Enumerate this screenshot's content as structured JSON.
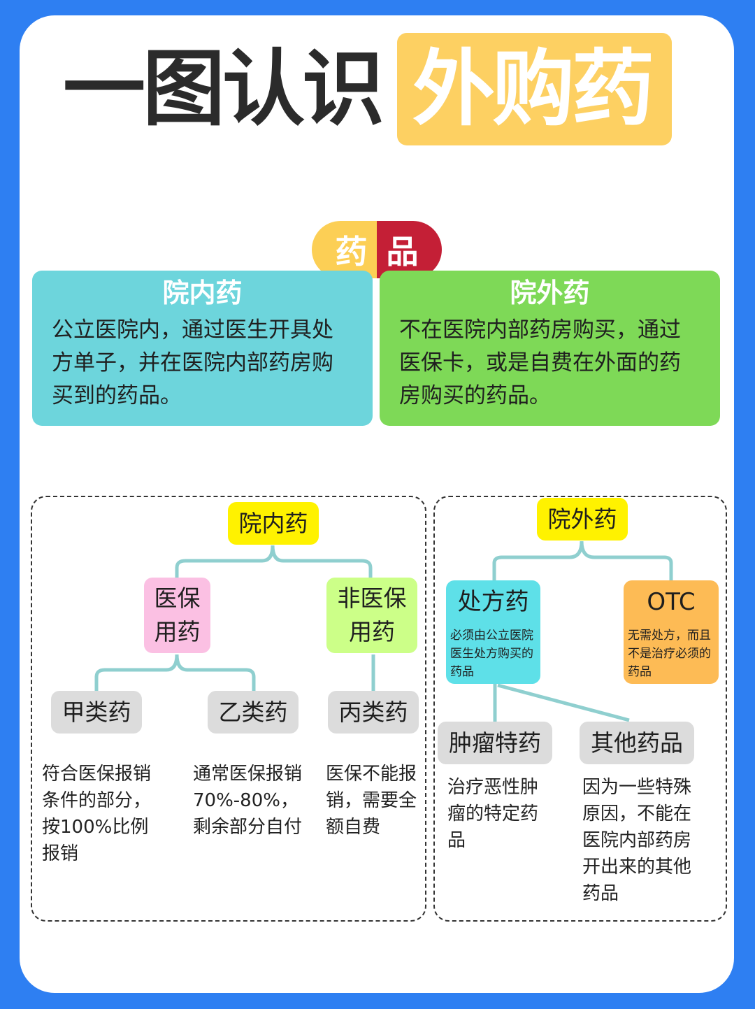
{
  "title": {
    "prefix": "一图认识",
    "highlight": "外购药"
  },
  "pill": {
    "left": "药",
    "right": "品"
  },
  "cards": [
    {
      "title": "院内药",
      "body": "公立医院内，通过医生开具处方单子，并在医院内部药房购买到的药品。"
    },
    {
      "title": "院外药",
      "body": "不在医院内部药房购买，通过医保卡，或是自费在外面的药房购买的药品。"
    }
  ],
  "left_tree": {
    "root": "院内药",
    "a": "医保用药",
    "b": "非医保用药",
    "leaf1": "甲类药",
    "leaf2": "乙类药",
    "leaf3": "丙类药",
    "desc1": "符合医保报销条件的部分，按100%比例报销",
    "desc2": "通常医保报销70%-80%，剩余部分自付",
    "desc3": "医保不能报销，需要全额自费"
  },
  "right_tree": {
    "root": "院外药",
    "a": "处方药",
    "a_desc": "必须由公立医院医生处方购买的药品",
    "b": "OTC",
    "b_desc": "无需处方，而且不是治疗必须的药品",
    "leaf1": "肿瘤特药",
    "leaf2": "其他药品",
    "desc1": "治疗恶性肿瘤的特定药品",
    "desc2": "因为一些特殊原因，不能在医院内部药房开出来的其他药品"
  },
  "colors": {
    "background": "#2e7ff2",
    "yellow": "#fdd062",
    "red": "#c41f36",
    "teal": "#6dd5dc",
    "green": "#7ed957",
    "pink": "#fbc0e3",
    "lime": "#ccff88",
    "cyan": "#5ee0e8",
    "orange": "#fdbb55",
    "gray": "#dcdcdc",
    "node_yellow": "#fff200"
  }
}
